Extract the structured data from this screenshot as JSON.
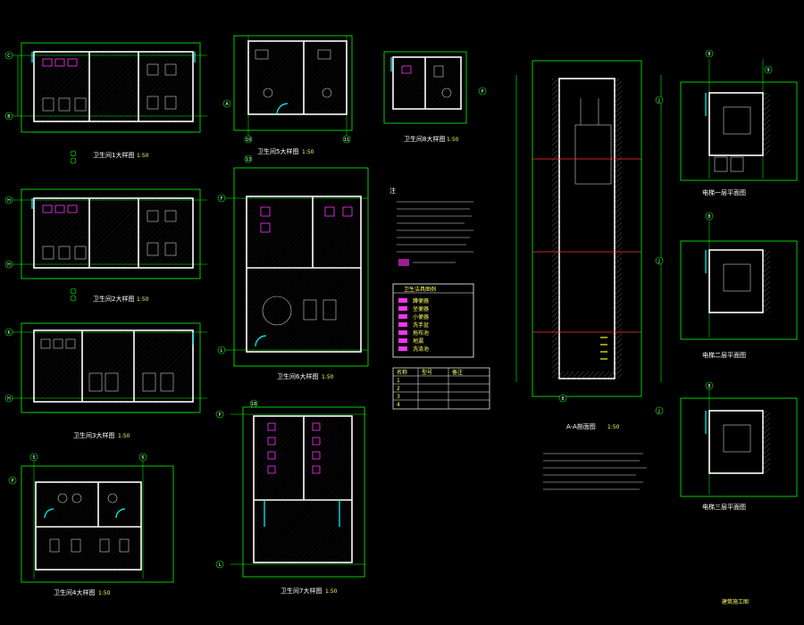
{
  "titles": {
    "t1": "卫生间1大样图",
    "t2": "卫生间2大样图",
    "t3": "卫生间3大样图",
    "t4": "卫生间4大样图",
    "t5": "卫生间5大样图",
    "t6": "卫生间6大样图",
    "t7": "卫生间7大样图",
    "t8": "卫生间8大样图",
    "elev_section": "A-A剖面图",
    "elev_plan1": "电梯一层平面图",
    "elev_plan2": "电梯二层平面图",
    "elev_plan3": "电梯三层平面图",
    "scale": "1:50"
  },
  "legend": {
    "header": "卫生洁具图例",
    "items": [
      "蹲便器",
      "坐便器",
      "小便器",
      "洗手盆",
      "拖布池",
      "地漏",
      "洗涤池"
    ]
  },
  "notes_title": "注",
  "table_rows": [
    [
      "名称",
      "型号",
      "备注"
    ],
    [
      "1",
      "",
      ""
    ],
    [
      "2",
      "",
      ""
    ],
    [
      "3",
      "",
      ""
    ],
    [
      "4",
      "",
      ""
    ]
  ],
  "stamp": "建筑施工图"
}
